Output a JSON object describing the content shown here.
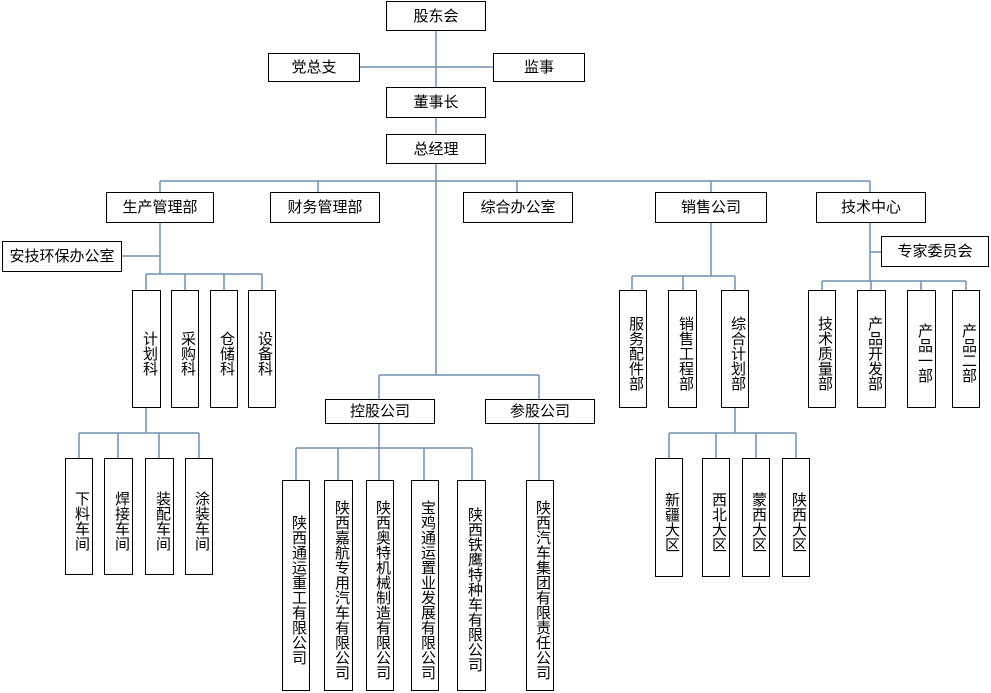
{
  "nodes": {
    "shareholders": "股东会",
    "party": "党总支",
    "supervisor": "监事",
    "chairman": "董事长",
    "gm": "总经理",
    "production": "生产管理部",
    "finance": "财务管理部",
    "admin_office": "综合办公室",
    "sales_company": "销售公司",
    "tech_center": "技术中心",
    "safety_office": "安技环保办公室",
    "expert_committee": "专家委员会",
    "planning_section": "计划科",
    "purchasing_section": "采购科",
    "storage_section": "仓储科",
    "equipment_section": "设备科",
    "blanking_workshop": "下料车间",
    "welding_workshop": "焊接车间",
    "assembly_workshop": "装配车间",
    "painting_workshop": "涂装车间",
    "holding_companies": "控股公司",
    "participating_companies": "参股公司",
    "holding_1": "陕西通运重工有限公司",
    "holding_2": "陕西嘉航专用汽车有限公司",
    "holding_3": "陕西奥特机械制造有限公司",
    "holding_4": "宝鸡通运置业发展有限公司",
    "holding_5": "陕西铁鹰特种车有限公司",
    "participating_1": "陕西汽车集团有限责任公司",
    "service_parts": "服务配件部",
    "sales_engineering": "销售工程部",
    "planning_dept": "综合计划部",
    "xinjiang_region": "新疆大区",
    "northwest_region": "西北大区",
    "mengxi_region": "蒙西大区",
    "shaanxi_region": "陕西大区",
    "tech_quality": "技术质量部",
    "product_dev": "产品开发部",
    "product_1": "产品一部",
    "product_2": "产品二部"
  },
  "colors": {
    "connector": "#6e90b4",
    "border": "#000000"
  }
}
